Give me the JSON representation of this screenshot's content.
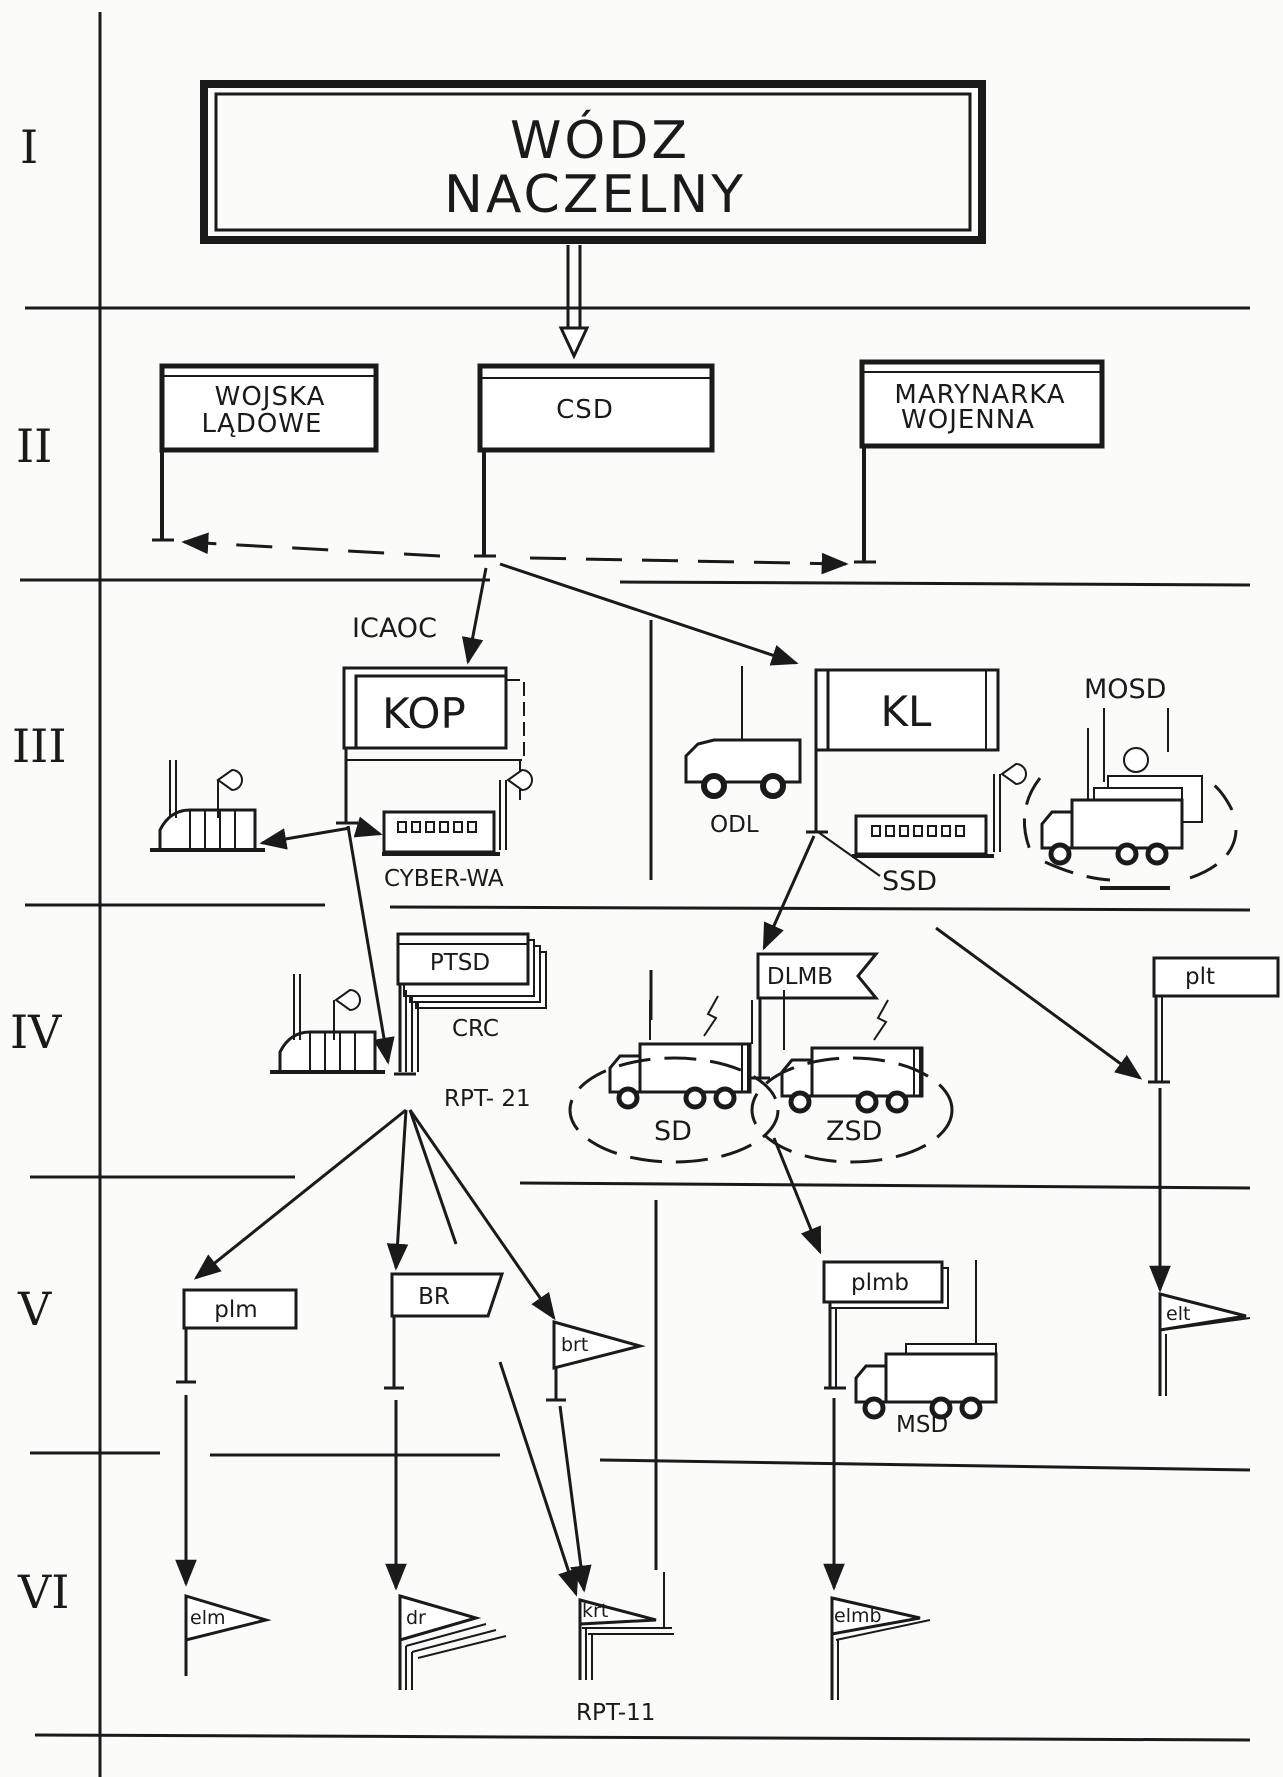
{
  "levels": [
    "I",
    "II",
    "III",
    "IV",
    "V",
    "VI"
  ],
  "level1": {
    "line1": "WÓDZ",
    "line2": "NACZELNY"
  },
  "level2": {
    "wojska_line1": "WOJSKA",
    "wojska_line2": "LĄDOWE",
    "csd": "CSD",
    "marynarka_line1": "MARYNARKA",
    "marynarka_line2": "WOJENNA"
  },
  "level3": {
    "icaoc": "ICAOC",
    "kop": "KOP",
    "cyberwa": "CYBER-WA",
    "kl": "KL",
    "odl": "ODL",
    "mosd": "MOSD",
    "ssd": "SSD"
  },
  "level4": {
    "ptsd": "PTSD",
    "crc": "CRC",
    "rpt21": "RPT- 21",
    "dlmb": "DLMB",
    "sd": "SD",
    "zsd": "ZSD",
    "plt": "plt"
  },
  "level5": {
    "plm": "plm",
    "br": "BR",
    "brt": "brt",
    "plmb": "plmb",
    "msd": "MSD",
    "elt": "elt"
  },
  "level6": {
    "elm": "elm",
    "dr": "dr",
    "krt": "krt",
    "rpt11": "RPT-11",
    "elmb": "elmb"
  }
}
